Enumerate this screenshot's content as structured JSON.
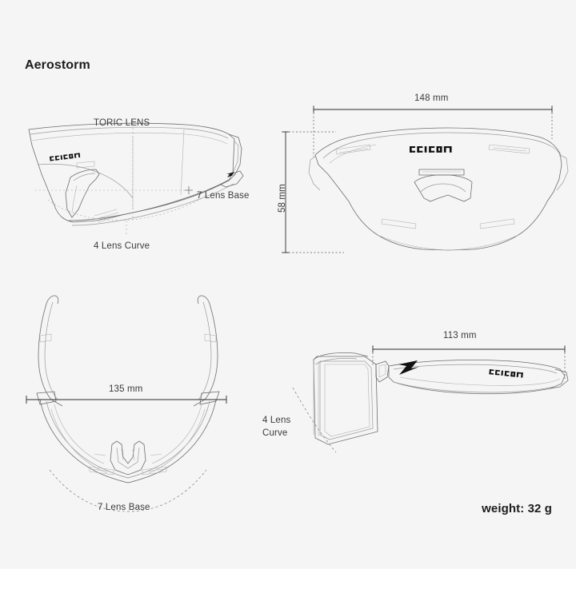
{
  "product": {
    "title": "Aerostorm",
    "weight_label": "weight: 32 g",
    "brand_wordmark": "SCICON"
  },
  "theme": {
    "background": "#f6f5f5",
    "page_background": "#ffffff",
    "text_dark": "#1c1c1c",
    "text_annotation": "#3b3b3b",
    "line_art": "#6e6e6e",
    "dimension_line": "#2b2b2b",
    "logo": "#111111"
  },
  "views": {
    "perspective": {
      "name": "three-quarter perspective view",
      "annotations": {
        "toric_lens": "TORIC LENS",
        "lens_base": "7 Lens Base",
        "lens_curve": "4 Lens Curve"
      }
    },
    "front": {
      "name": "front elevation view",
      "dimensions": {
        "width": "148 mm",
        "height": "58 mm"
      }
    },
    "top": {
      "name": "top plan view",
      "dimensions": {
        "width": "135 mm"
      },
      "annotations": {
        "lens_base": "7 Lens Base"
      }
    },
    "side": {
      "name": "side profile view",
      "dimensions": {
        "temple_length": "113 mm"
      },
      "annotations": {
        "lens_curve_line1": "4 Lens",
        "lens_curve_line2": "Curve"
      }
    }
  },
  "specs": [
    {
      "label": "Frame width",
      "value": "148 mm"
    },
    {
      "label": "Lens height",
      "value": "58 mm"
    },
    {
      "label": "Frame depth",
      "value": "135 mm"
    },
    {
      "label": "Temple length",
      "value": "113 mm"
    },
    {
      "label": "Lens base",
      "value": "7"
    },
    {
      "label": "Lens curve",
      "value": "4"
    },
    {
      "label": "Lens type",
      "value": "TORIC LENS"
    },
    {
      "label": "Weight",
      "value": "32 g"
    }
  ]
}
